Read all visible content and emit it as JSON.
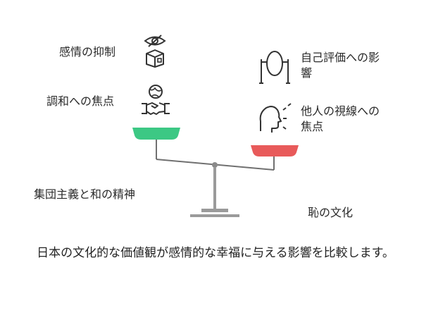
{
  "left_items": [
    {
      "label": "感情の抑制",
      "icon": "eye-box-icon"
    },
    {
      "label": "調和への焦点",
      "icon": "handshake-icon"
    }
  ],
  "left_group_label": "集団主義と和の精神",
  "right_items": [
    {
      "label_line1": "自己評価への影",
      "label_line2": "響",
      "icon": "mirror-icon"
    },
    {
      "label_line1": "他人の視線への",
      "label_line2": "焦点",
      "icon": "person-gaze-icon"
    }
  ],
  "right_group_label": "恥の文化",
  "caption": "日本の文化的な価値観が感情的な幸福に与える影響を比較します。",
  "colors": {
    "left_pan": "#3cc884",
    "right_pan": "#e85a5a",
    "beam": "#707070",
    "stand": "#9a9a9a"
  }
}
